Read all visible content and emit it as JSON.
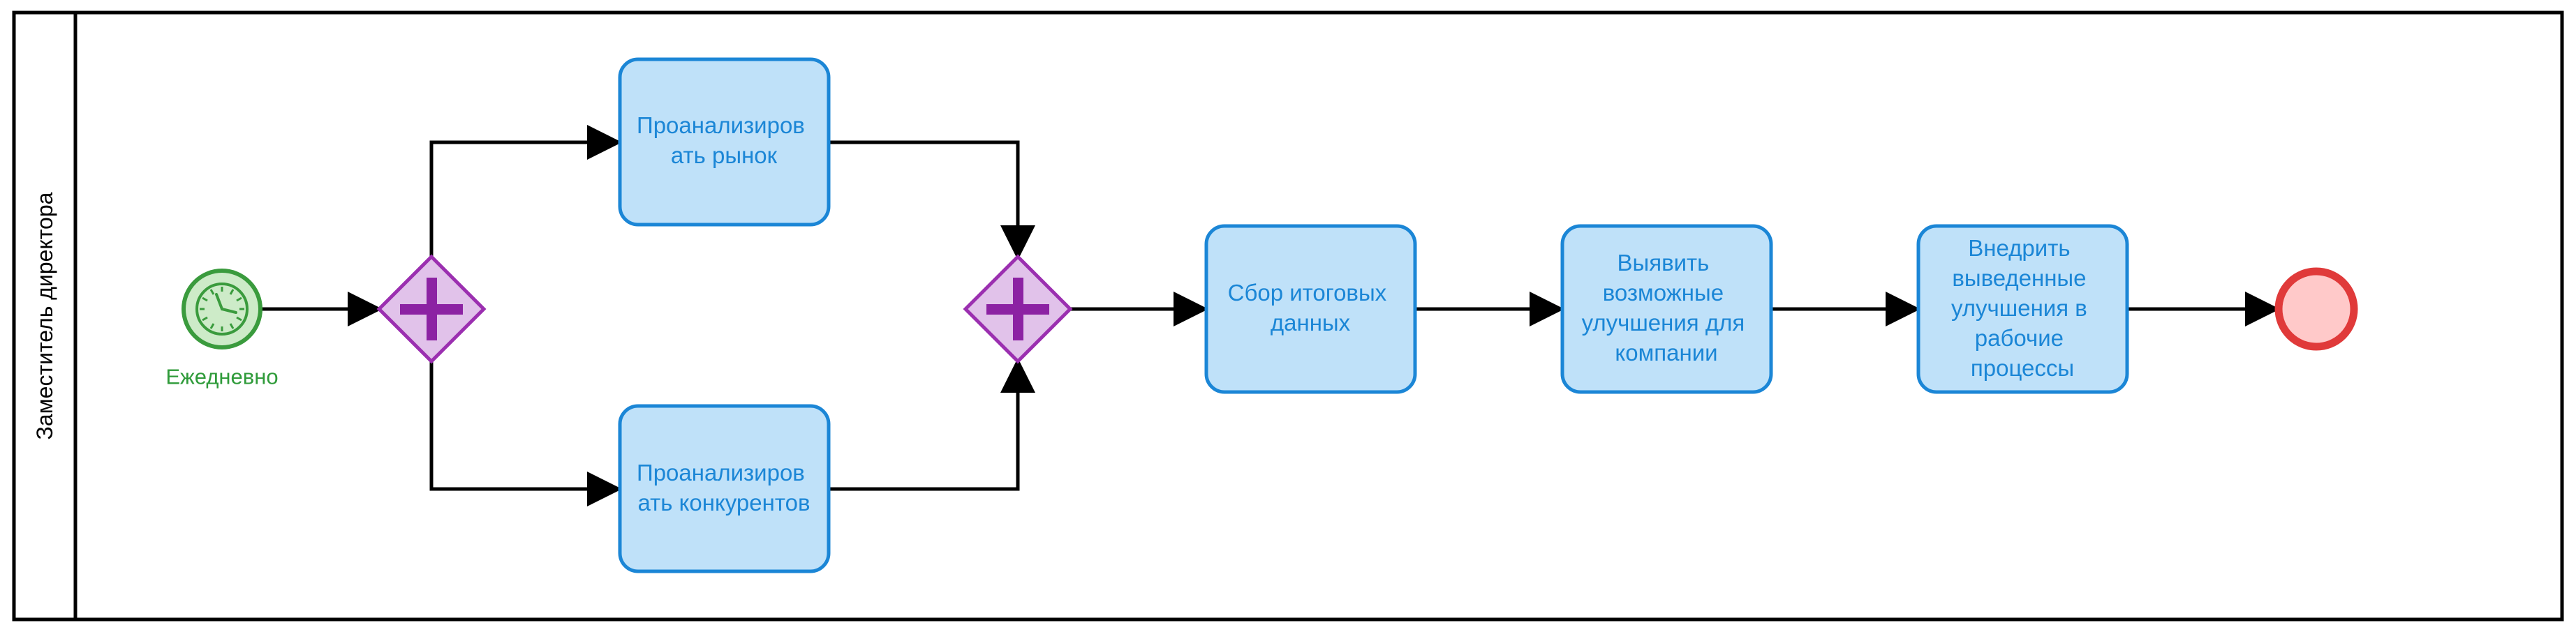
{
  "pool": {
    "lane_label": "Заместитель директора"
  },
  "start_event": {
    "type": "timer",
    "icon": "clock-icon",
    "label": "Ежедневно"
  },
  "gateways": [
    {
      "type": "parallel-split",
      "icon": "plus-icon"
    },
    {
      "type": "parallel-join",
      "icon": "plus-icon"
    }
  ],
  "tasks": [
    {
      "id": "analyze-market",
      "lines": [
        "Проанализиров",
        "ать рынок"
      ]
    },
    {
      "id": "analyze-competitors",
      "lines": [
        "Проанализиров",
        "ать конкурентов"
      ]
    },
    {
      "id": "collect-final-data",
      "lines": [
        "Сбор итоговых",
        "данных"
      ]
    },
    {
      "id": "identify-improvements",
      "lines": [
        "Выявить",
        "возможные",
        "улучшения для",
        "компании"
      ]
    },
    {
      "id": "implement-improvements",
      "lines": [
        "Внедрить",
        "выведенные",
        "улучшения в",
        "рабочие",
        "процессы"
      ]
    }
  ],
  "end_event": {
    "type": "end"
  },
  "colors": {
    "task_fill": "#bfe1f9",
    "task_stroke": "#1b86d6",
    "task_text": "#1b86d6",
    "gateway_fill": "#e1c2ea",
    "gateway_stroke": "#9b2fb0",
    "gateway_mark": "#8c22a3",
    "start_fill": "#cdebc8",
    "start_stroke": "#3a9b3d",
    "end_fill": "#ffc9c9",
    "end_stroke": "#e03a3a",
    "line": "#000000"
  }
}
